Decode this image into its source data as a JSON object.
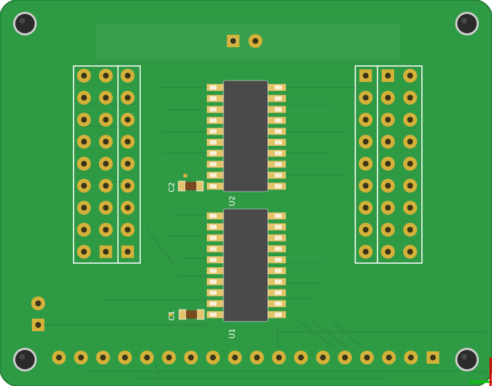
{
  "pcb": {
    "colors": {
      "board": "#2f9a44",
      "board_edge": "#267f37",
      "trace": "#2a8a3e",
      "zone": "#3ea455",
      "silkscreen": "#ffffff",
      "pad_gold": "#d4b23a",
      "pad_hole": "#3a3518",
      "ic_body": "#4a4a4a",
      "ic_pad": "#e3c46a",
      "smd_body": "#7a4a20",
      "axis_x": "#00c800",
      "axis_y": "#e00000"
    },
    "components": {
      "u1": {
        "designator": "U1",
        "pins": 20,
        "package": "SOIC-20"
      },
      "u2": {
        "designator": "U2",
        "pins": 20,
        "package": "SOIC-20"
      },
      "c1": {
        "designator": "C1"
      },
      "c2": {
        "designator": "C2"
      }
    },
    "headers": {
      "left": {
        "columns": 3,
        "rows": 9
      },
      "right": {
        "columns": 3,
        "rows": 9
      },
      "bottom": {
        "pins": 18
      },
      "top": {
        "pins": 2
      },
      "side": {
        "pins": 2
      }
    },
    "mounting_holes": 4
  }
}
